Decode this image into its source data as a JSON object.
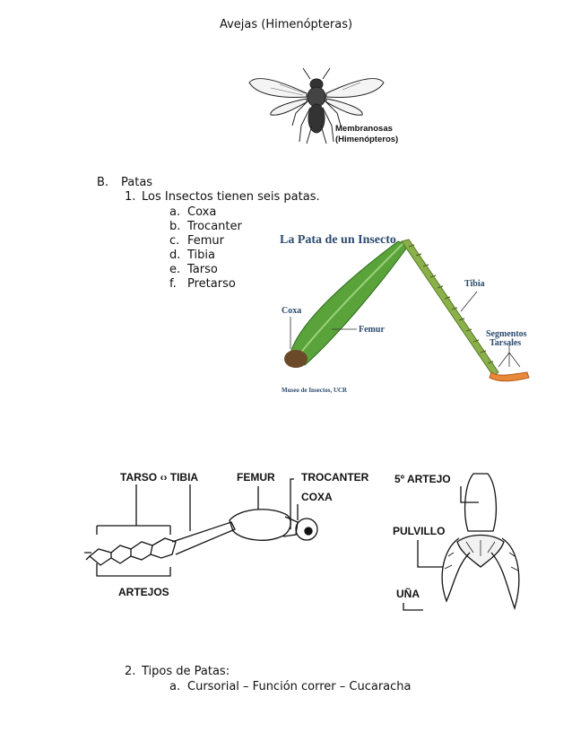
{
  "page_title": "Avejas (Himenópteras)",
  "bee_figure": {
    "label_line1": "Membranosas",
    "label_line2": "(Himenópteros)"
  },
  "section": {
    "marker": "B.",
    "title": "Patas",
    "item1": {
      "number": "1.",
      "text": "Los Insectos tienen seis patas.",
      "subitems": [
        {
          "marker": "a.",
          "text": "Coxa"
        },
        {
          "marker": "b.",
          "text": "Trocanter"
        },
        {
          "marker": "c.",
          "text": "Femur"
        },
        {
          "marker": "d.",
          "text": "Tibia"
        },
        {
          "marker": "e.",
          "text": "Tarso"
        },
        {
          "marker": "f.",
          "text": "Pretarso"
        }
      ]
    },
    "item2": {
      "number": "2.",
      "text": "Tipos de Patas:",
      "subitems": [
        {
          "marker": "a.",
          "text": "Cursorial – Función correr – Cucaracha"
        }
      ]
    }
  },
  "leg_figure": {
    "title": "La Pata de un Insecto",
    "labels": {
      "coxa": "Coxa",
      "femur": "Femur",
      "tibia": "Tibia",
      "segmentos1": "Segmentos",
      "segmentos2": "Tarsales"
    },
    "credit": "Museo de Insectos, UCR",
    "colors": {
      "femur": "#5aa33a",
      "tibia": "#8ab04a",
      "coxa": "#6b4a2a",
      "tarsus": "#e8893a"
    }
  },
  "leg_diagram": {
    "labels": {
      "tarso_tibia": "TARSO ‹› TIBIA",
      "femur": "FEMUR",
      "trocanter": "TROCANTER",
      "coxa": "COXA",
      "artejos": "ARTEJOS"
    }
  },
  "foot_diagram": {
    "labels": {
      "artejo": "5º ARTEJO",
      "pulvillo": "PULVILLO",
      "una": "UÑA"
    }
  }
}
